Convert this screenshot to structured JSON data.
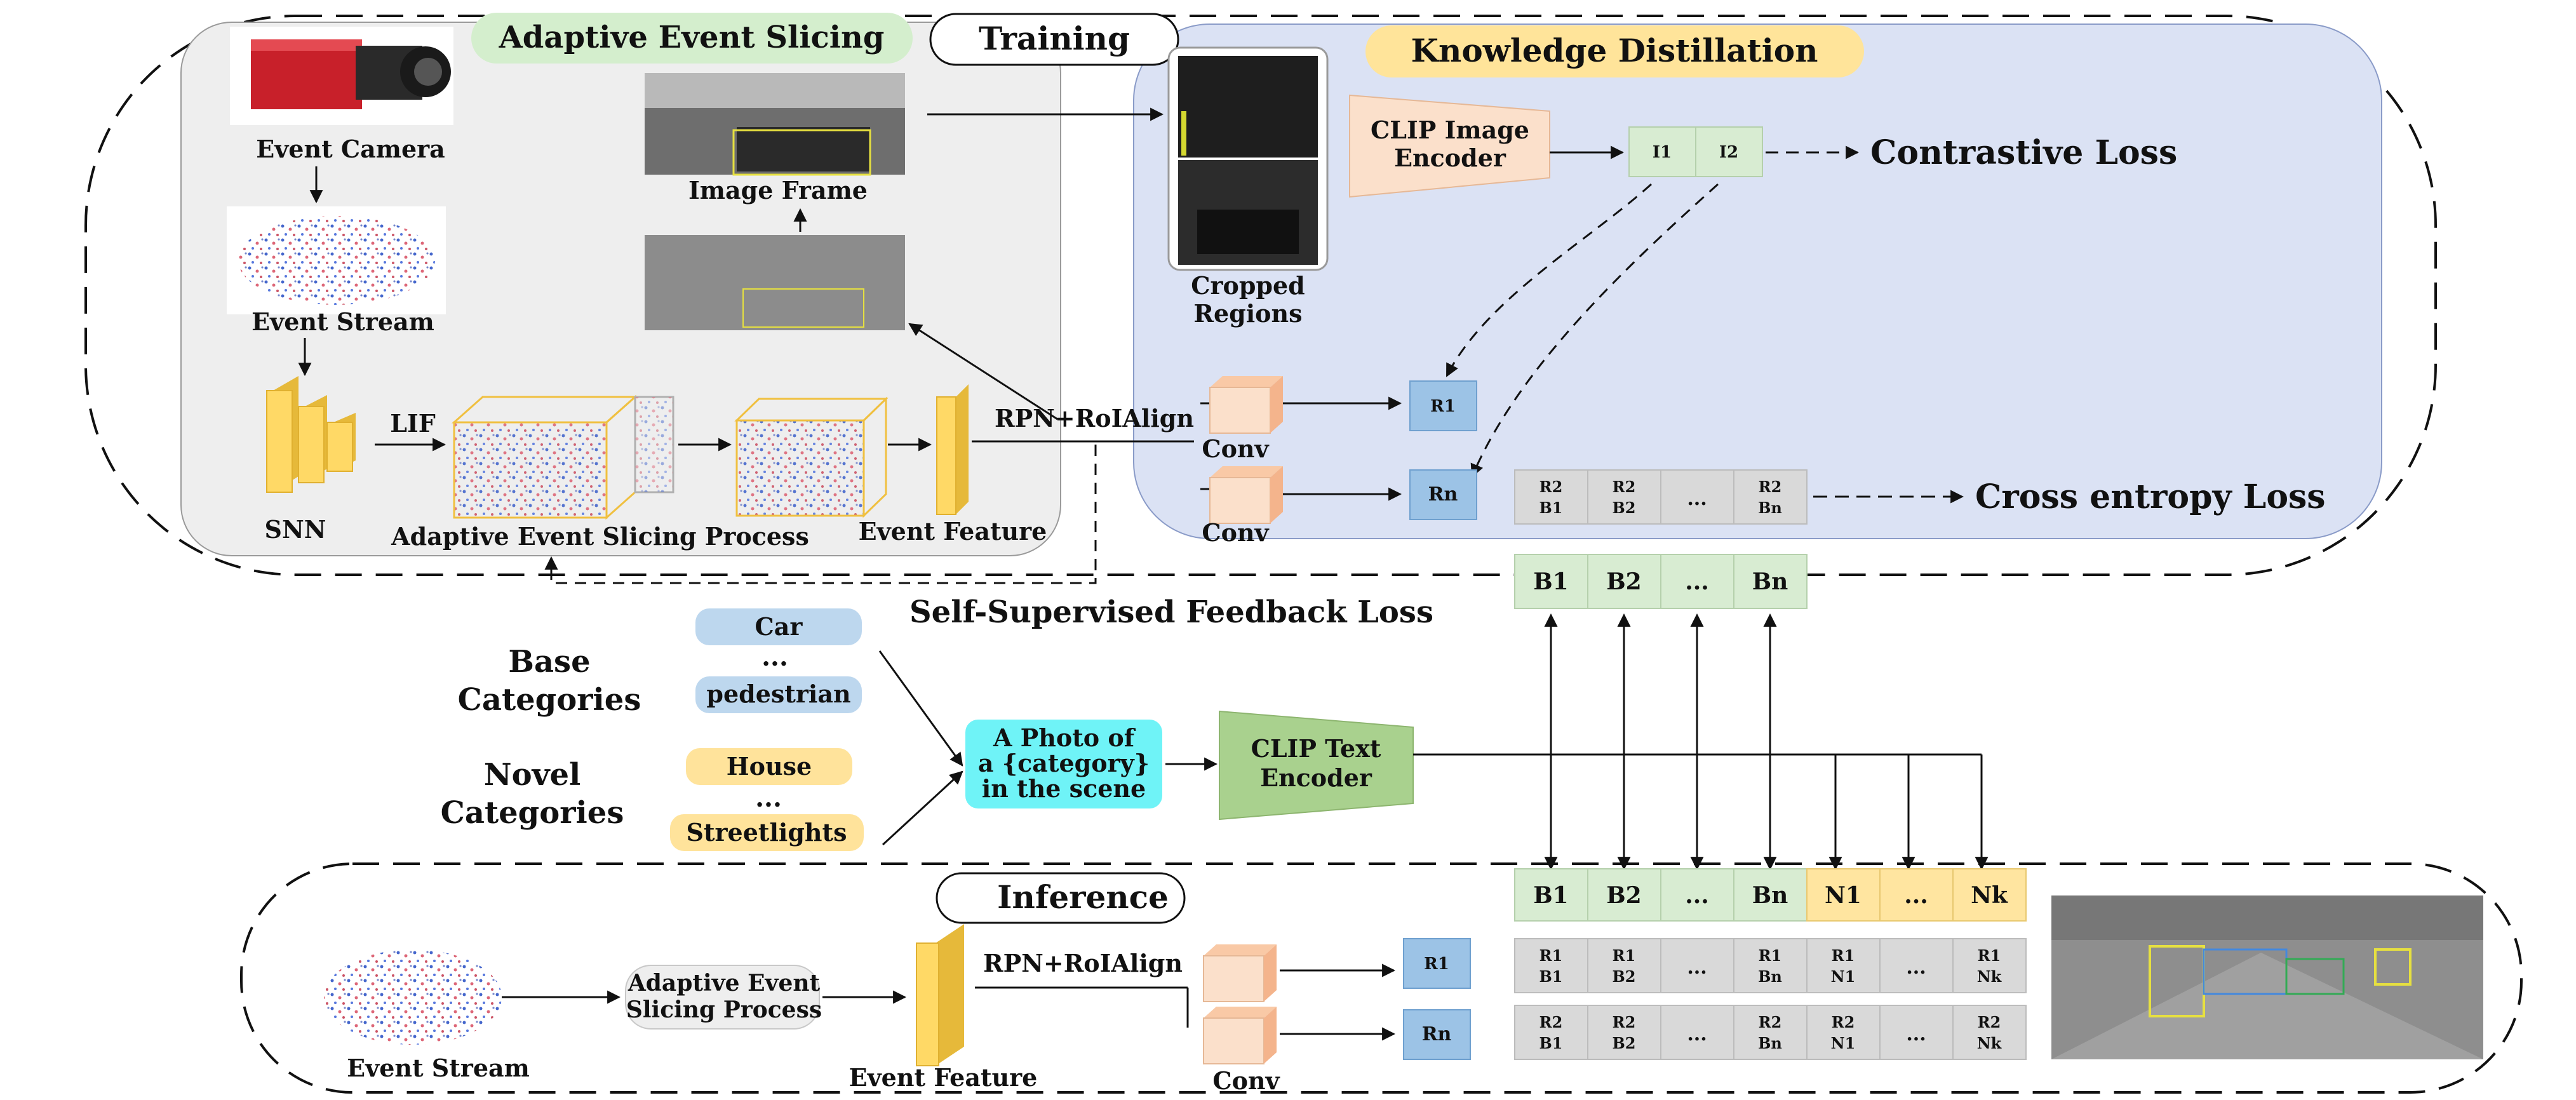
{
  "training": {
    "title": "Training",
    "aes_title": "Adaptive Event Slicing",
    "event_camera": "Event Camera",
    "event_stream": "Event Stream",
    "snn": "SNN",
    "lif": "LIF",
    "aes_process": "Adaptive Event Slicing Process",
    "event_feature": "Event Feature",
    "image_frame": "Image Frame",
    "rpn": "RPN+RoIAlign"
  },
  "kd": {
    "title": "Knowledge Distillation",
    "cropped_line1": "Cropped",
    "cropped_line2": "Regions",
    "clip_image_line1": "CLIP Image",
    "clip_image_line2": "Encoder",
    "i1": "I1",
    "i2": "I2",
    "contrastive": "Contrastive  Loss",
    "conv1": "Conv",
    "conv2": "Conv",
    "r1": "R1",
    "rn": "Rn",
    "scores": [
      [
        "R2",
        "B1"
      ],
      [
        "R2",
        "B2"
      ],
      [
        "..."
      ],
      [
        "R2",
        "Bn"
      ]
    ],
    "cross_entropy": "Cross entropy Loss"
  },
  "feedback": "Self-Supervised Feedback Loss",
  "mid_b": [
    "B1",
    "B2",
    "...",
    "Bn"
  ],
  "categories": {
    "base_line1": "Base",
    "base_line2": "Categories",
    "novel_line1": "Novel",
    "novel_line2": "Categories",
    "car": "Car",
    "dots": "...",
    "pedestrian": "pedestrian",
    "house": "House",
    "streetlights": "Streetlights",
    "prompt_line1": "A Photo of",
    "prompt_line2": "a {category}",
    "prompt_line3": "in the scene",
    "clip_text_line1": "CLIP Text",
    "clip_text_line2": "Encoder"
  },
  "inference": {
    "title": "Inference",
    "event_stream": "Event Stream",
    "aes_line1": "Adaptive Event",
    "aes_line2": "Slicing Process",
    "event_feature": "Event Feature",
    "rpn": "RPN+RoIAlign",
    "conv": "Conv",
    "r1": "R1",
    "rn": "Rn",
    "header": [
      "B1",
      "B2",
      "...",
      "Bn",
      "N1",
      "...",
      "Nk"
    ],
    "row1": [
      [
        "R1",
        "B1"
      ],
      [
        "R1",
        "B2"
      ],
      [
        "..."
      ],
      [
        "R1",
        "Bn"
      ],
      [
        "R1",
        "N1"
      ],
      [
        "..."
      ],
      [
        "R1",
        "Nk"
      ]
    ],
    "row2": [
      [
        "R2",
        "B1"
      ],
      [
        "R2",
        "B2"
      ],
      [
        "..."
      ],
      [
        "R2",
        "Bn"
      ],
      [
        "R2",
        "N1"
      ],
      [
        "..."
      ],
      [
        "R2",
        "Nk"
      ]
    ]
  },
  "colors": {
    "kd_panel": "#dbe2f4",
    "aes_panel": "#eeeeee",
    "title_green": "#d4eecd",
    "title_yellow": "#ffe49a",
    "green_cell": "#d8ecd2",
    "yellow_cell": "#ffe5a0",
    "gray_cell": "#d9d9d9",
    "blue_box": "#9cc3e6",
    "base_blue": "#bdd7ee",
    "novel_yellow": "#ffe39b",
    "cyan": "#6ff3f7",
    "clip_green": "#a9d18e",
    "peach": "#fbe0cb",
    "snn_yellow": "#ffd966"
  }
}
